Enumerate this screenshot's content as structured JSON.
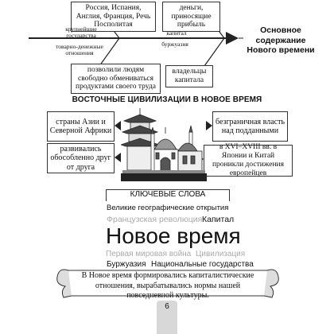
{
  "fishbone": {
    "top_left_box": "Россия, Испания, Англия, Франция, Речь Посполитая",
    "top_right_box": "деньги, приносящие прибыль",
    "bottom_left_box": "позволили людям свободно обмениваться продуктами своего труда",
    "bottom_right_box": "владельцы капитала",
    "label_top_left": "крупнейшие государства",
    "label_bottom_left": "товарно-денежные отношения",
    "label_top_right": "капитал",
    "label_bottom_right": "буржуазия",
    "head": "Основное содержание Нового времени"
  },
  "east": {
    "heading": "ВОСТОЧНЫЕ ЦИВИЛИЗАЦИИ В НОВОЕ ВРЕМЯ",
    "left_top": "страны Азии и Северной Африки",
    "left_bottom": "развивались обособленно друг от друга",
    "right_top": "безграничная власть над подданными",
    "right_bottom": "в XVI–XVIII вв. в Японии и Китай проникли достижения европейцев"
  },
  "keywords": {
    "title": "КЛЮЧЕВЫЕ СЛОВА",
    "w1": "Великие географические открытия",
    "w2": "Французская революция",
    "w3": "Капитал",
    "w4": "Новое время",
    "w5": "Первая мировая война",
    "w6": "Цивилизация",
    "w7": "Буржуазия",
    "w8": "Национальные государства"
  },
  "conclusion": "В Новое время формировались капиталистические отношения, вырабатывались нормы нашей повседневной культуры.",
  "page_number": "6"
}
